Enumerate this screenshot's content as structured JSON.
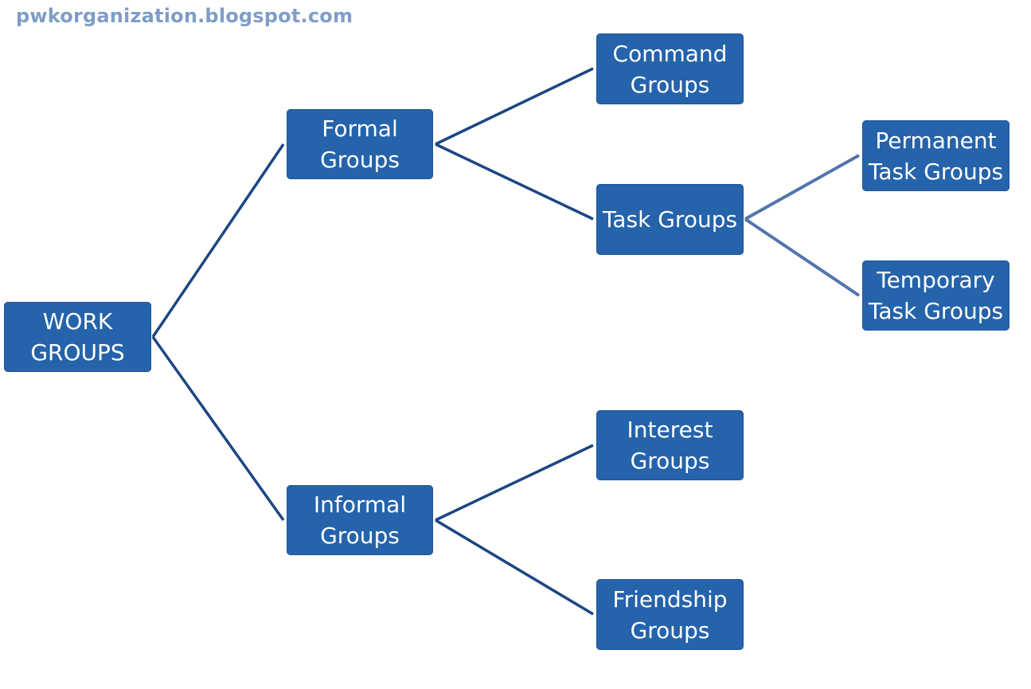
{
  "watermark": "pwkorganization.blogspot.com",
  "colors": {
    "node_fill": "#2563ab",
    "connector": "#1b4683",
    "connector_light": "#5274ad",
    "watermark": "#7f9dc6"
  },
  "nodes": {
    "root": {
      "lines": [
        "WORK",
        "GROUPS"
      ]
    },
    "formal": {
      "lines": [
        "Formal",
        "Groups"
      ]
    },
    "informal": {
      "lines": [
        "Informal",
        "Groups"
      ]
    },
    "command": {
      "lines": [
        "Command",
        "Groups"
      ]
    },
    "task": {
      "lines": [
        "Task Groups"
      ]
    },
    "interest": {
      "lines": [
        "Interest",
        "Groups"
      ]
    },
    "friendship": {
      "lines": [
        "Friendship",
        "Groups"
      ]
    },
    "permanent": {
      "lines": [
        "Permanent",
        "Task Groups"
      ]
    },
    "temporary": {
      "lines": [
        "Temporary",
        "Task Groups"
      ]
    }
  },
  "edges": [
    [
      "root",
      "formal"
    ],
    [
      "root",
      "informal"
    ],
    [
      "formal",
      "command"
    ],
    [
      "formal",
      "task"
    ],
    [
      "informal",
      "interest"
    ],
    [
      "informal",
      "friendship"
    ],
    [
      "task",
      "permanent"
    ],
    [
      "task",
      "temporary"
    ]
  ]
}
